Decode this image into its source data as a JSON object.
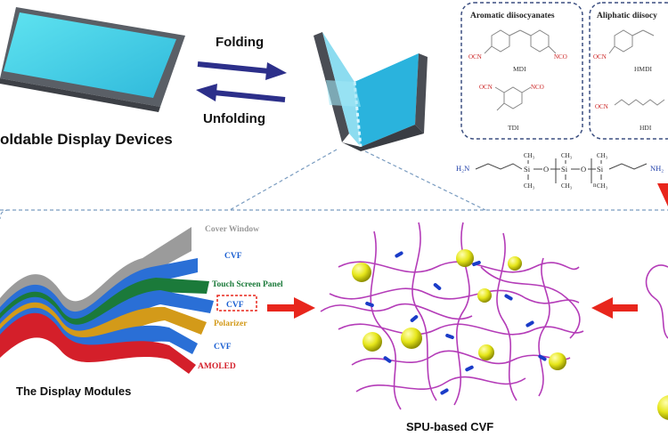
{
  "top": {
    "device_label": "oldable  Display Devices",
    "folding_label": "Folding",
    "unfolding_label": "Unfolding"
  },
  "chem": {
    "aromatic_title": "Aromatic diisocyanates",
    "aliphatic_title": "Aliphatic diisocy",
    "mdi_label": "MDI",
    "tdi_label": "TDI",
    "hmdi_label": "HMDI",
    "hdi_label": "HDI",
    "nco_label": "NCO",
    "ocn_label": "OCN",
    "siloxane": {
      "h2n": "H₂N",
      "nh2": "NH₂",
      "si": "Si",
      "o": "O",
      "ch3": "CH₃",
      "n": "n"
    }
  },
  "modules": {
    "title": "The Display Modules",
    "layers": [
      "Cover Window",
      "CVF",
      "Touch Screen Panel",
      "CVF",
      "Polarizer",
      "CVF",
      "AMOLED"
    ]
  },
  "network": {
    "title": "SPU-based CVF"
  },
  "colors": {
    "arrow_blue": "#2c2f8a",
    "red_arrow": "#e8261c",
    "cvf_blue": "#1a5fd1",
    "chain_purple": "#b43cb8",
    "sphere_yellow": "#e6e61a"
  }
}
